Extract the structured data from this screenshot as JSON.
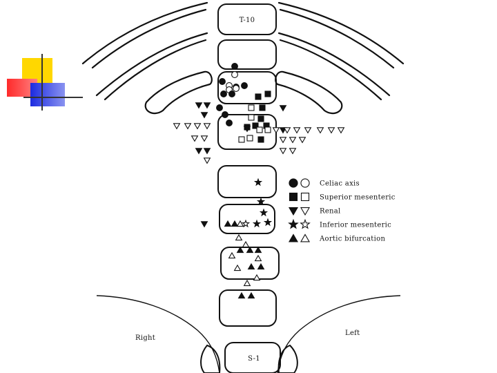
{
  "vertebra_labels": {
    "top": "T-10",
    "bottom": "S-1"
  },
  "side_labels": {
    "right": "Right",
    "left": "Left"
  },
  "legend": [
    {
      "label": "Celiac axis",
      "filled_symbol": "filled-circle",
      "open_symbol": "open-circle"
    },
    {
      "label": "Superior mesenteric",
      "filled_symbol": "filled-square",
      "open_symbol": "open-square"
    },
    {
      "label": "Renal",
      "filled_symbol": "filled-down-triangle",
      "open_symbol": "open-down-triangle"
    },
    {
      "label": "Inferior mesenteric",
      "filled_symbol": "filled-star",
      "open_symbol": "open-star"
    },
    {
      "label": "Aortic bifurcation",
      "filled_symbol": "filled-up-triangle",
      "open_symbol": "open-up-triangle"
    }
  ],
  "colors": {
    "ink": "#111111",
    "deco_yellow": "#FFD700",
    "deco_red": "#FF2A2A",
    "deco_blue": "#1C2BE0"
  }
}
